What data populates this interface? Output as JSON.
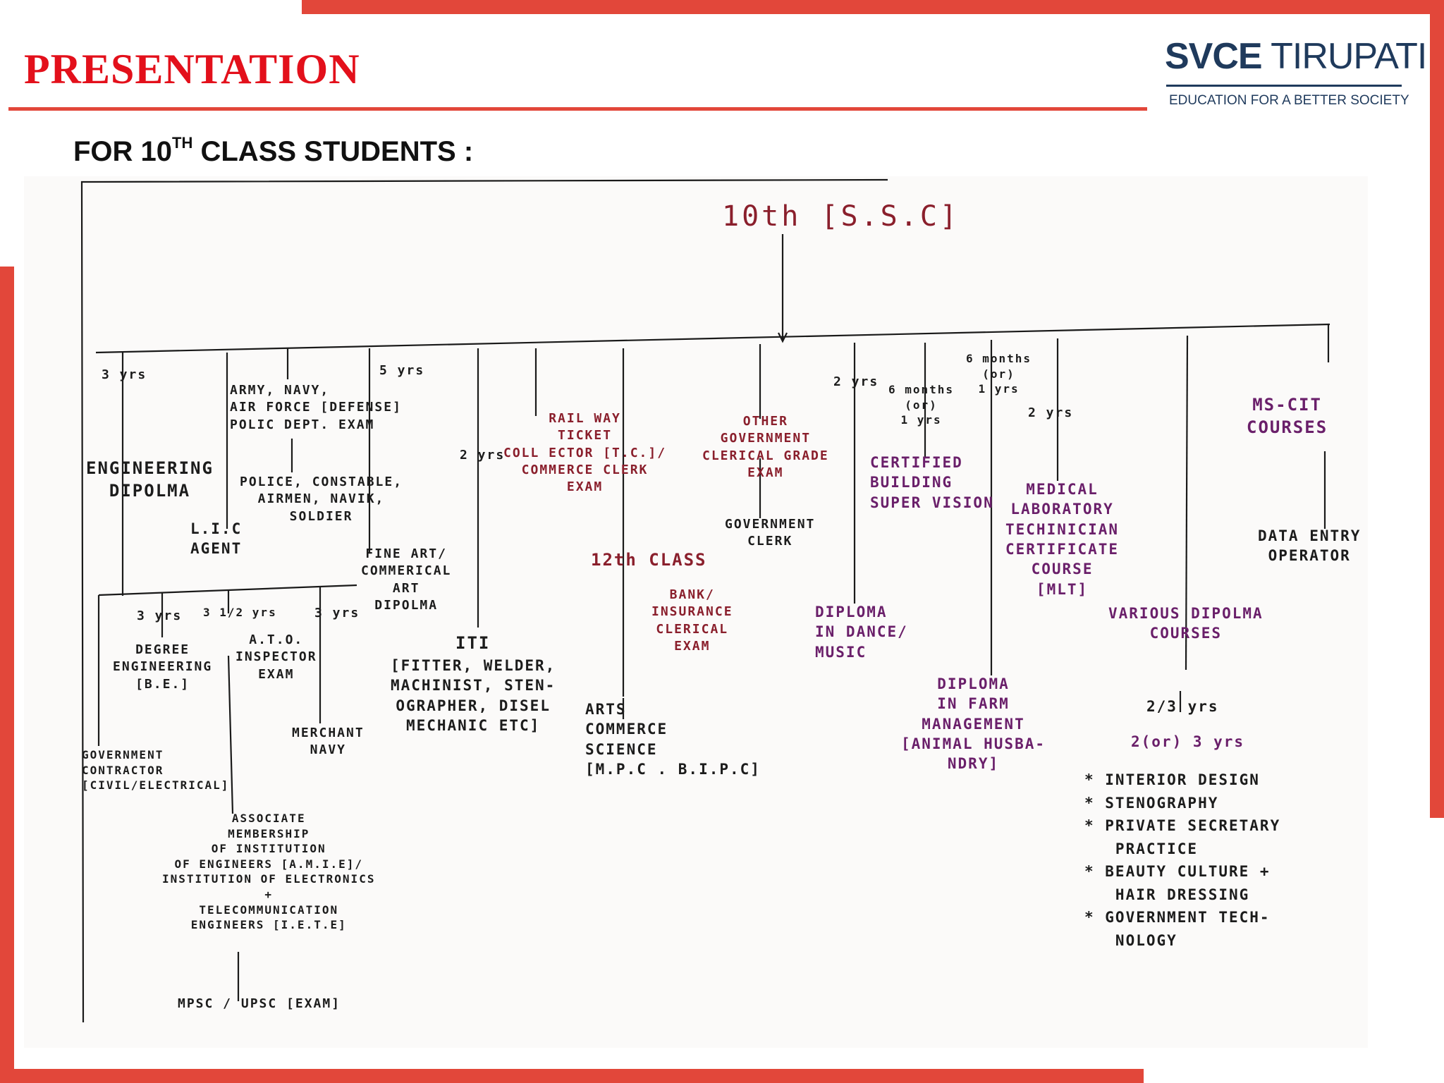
{
  "header": {
    "title": "PRESENTATION",
    "logo_name_bold": "SVCE",
    "logo_name_rest": " TIRUPATI",
    "logo_tagline": "EDUCATION FOR A BETTER SOCIETY",
    "subtitle_prefix": "FOR 10",
    "subtitle_sup": "TH",
    "subtitle_suffix": " CLASS STUDENTS  :"
  },
  "colors": {
    "accent": "#e2473a",
    "title": "#e3101b",
    "logo": "#1f3a5c",
    "ink_red": "#8a1f2c",
    "ink_purple": "#6a1f6a"
  },
  "diagram": {
    "root": "10th [S.S.C]",
    "durations": {
      "eng": "3 yrs",
      "army": "5 yrs",
      "iti": "2 yrs",
      "dance": "2 yrs",
      "cbs": "6 months\n(or)\n1 yrs",
      "farm": "6 months\n(or)\n1 yrs",
      "mlt": "2 yrs",
      "be": "3 yrs",
      "ato": "3 1/2 yrs",
      "merchant": "3 yrs",
      "various1": "2/3 yrs",
      "various2": "2(or) 3 yrs"
    },
    "nodes": {
      "eng_diploma": "ENGINEERING\nDIPOLMA",
      "lic": "L.I.C\nAGENT",
      "army": "ARMY, NAVY,\nAIR FORCE [DEFENSE]\nPOLIC DEPT. EXAM",
      "police": "POLICE, CONSTABLE,\nAIRMEN, NAVIK,\nSOLDIER",
      "fine_art": "FINE ART/\nCOMMERICAL\nART\nDIPOLMA",
      "iti": "ITI",
      "iti_detail": "[FITTER, WELDER,\nMACHINIST, STEN-\nOGRAPHER, DISEL\nMECHANIC ETC]",
      "railway": "RAIL WAY\nTICKET\nCOLL ECTOR [T.C.]/\nCOMMERCE CLERK\nEXAM",
      "class12": "12th CLASS",
      "arts": "ARTS\nCOMMERCE\nSCIENCE\n[M.P.C . B.I.P.C]",
      "bank": "BANK/\nINSURANCE\nCLERICAL\nEXAM",
      "other_govt": "OTHER\nGOVERNMENT\nCLERICAL GRADE\nEXAM",
      "govt_clerk": "GOVERNMENT\nCLERK",
      "dance": "DIPLOMA\nIN DANCE/\nMUSIC",
      "cbs": "CERTIFIED\nBUILDING\nSUPER VISION",
      "farm": "DIPLOMA\nIN FARM\nMANAGEMENT\n[ANIMAL HUSBA-\nNDRY]",
      "mlt": "MEDICAL\nLABORATORY\nTECHINICIAN\nCERTIFICATE\nCOURSE\n[MLT]",
      "various": "VARIOUS DIPOLMA\nCOURSES",
      "various_list": "* INTERIOR DESIGN\n* STENOGRAPHY\n* PRIVATE SECRETARY\n   PRACTICE\n* BEAUTY CULTURE +\n   HAIR DRESSING\n* GOVERNMENT TECH-\n   NOLOGY",
      "mscit": "MS-CIT\nCOURSES",
      "data_entry": "DATA ENTRY\nOPERATOR",
      "degree": "DEGREE\nENGINEERING\n[B.E.]",
      "ato": "A.T.O.\nINSPECTOR\nEXAM",
      "merchant": "MERCHANT\nNAVY",
      "contractor": "GOVERNMENT\nCONTRACTOR\n[CIVIL/ELECTRICAL]",
      "amie": "ASSOCIATE\nMEMBERSHIP\nOF INSTITUTION\nOF ENGINEERS [A.M.I.E]/\nINSTITUTION OF ELECTRONICS\n+\nTELECOMMUNICATION\nENGINEERS [I.E.T.E]",
      "mpsc": "MPSC / UPSC [EXAM]"
    }
  }
}
